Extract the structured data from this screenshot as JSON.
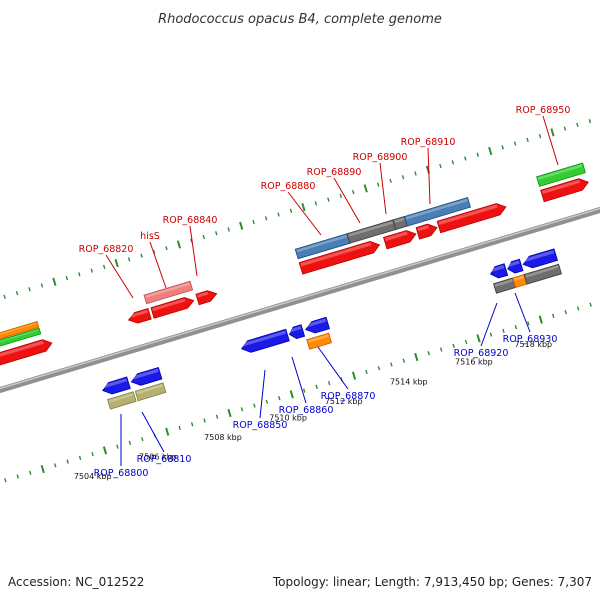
{
  "title": "Rhodococcus opacus B4, complete genome",
  "footer": {
    "accession": "Accession: NC_012522",
    "summary": "Topology: linear; Length: 7,913,450 bp; Genes: 7,307"
  },
  "colors": {
    "plus_strand_label": "#cc0000",
    "minus_strand_label": "#0000cc",
    "backbone": "#808080",
    "tick": "#2e8b2e",
    "cds": "#ee1111",
    "cds_minus": "#1a1ae6",
    "rna": "#4a7fb5",
    "grey": "#6e6e6e",
    "orange": "#ff8c00",
    "green": "#33cc33",
    "pink": "#f08080",
    "olive": "#b5b070"
  },
  "ruler": {
    "unit": "kbp",
    "ticks": [
      "7504 kbp",
      "7506 kbp",
      "7508 kbp",
      "7510 kbp",
      "7512 kbp",
      "7514 kbp",
      "7516 kbp",
      "7518 kbp"
    ]
  },
  "labels": {
    "top": [
      "ROP_68820",
      "hisS",
      "ROP_68840",
      "ROP_68880",
      "ROP_68890",
      "ROP_68900",
      "ROP_68910",
      "ROP_68950"
    ],
    "bottom": [
      "ROP_68800",
      "ROP_68810",
      "ROP_68850",
      "ROP_68860",
      "ROP_68870",
      "ROP_68920",
      "ROP_68930"
    ]
  }
}
